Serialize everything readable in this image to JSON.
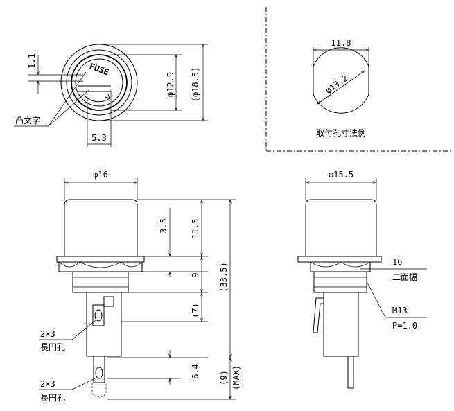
{
  "top_view": {
    "fuse_text": "FUSE",
    "emboss_label": "凸文字",
    "dim_text_height": "1.1",
    "dim_knob_dia": "φ12.9",
    "dim_outer_dia": "(φ18.5)",
    "dim_offset": "5.3"
  },
  "mount_hole": {
    "dim_flat": "11.8",
    "dim_dia": "φ13.2",
    "caption": "取付孔寸法例"
  },
  "front_view": {
    "dim_cap_dia": "φ16",
    "dim_3_5": "3.5",
    "dim_11_5": "11.5",
    "dim_9": "9",
    "dim_7": "(7)",
    "dim_33_5": "(33.5)",
    "dim_6_4": "6.4",
    "dim_9b": "(9)",
    "dim_max": "(MAX)",
    "slot1_size": "2×3",
    "slot1_label": "長円孔",
    "slot2_size": "2×3",
    "slot2_label": "長円孔"
  },
  "side_view": {
    "dim_cap_dia": "φ15.5",
    "dim_16": "16",
    "dim_flats": "二面幅",
    "dim_thread": "M13",
    "dim_pitch": "P=1.0"
  }
}
